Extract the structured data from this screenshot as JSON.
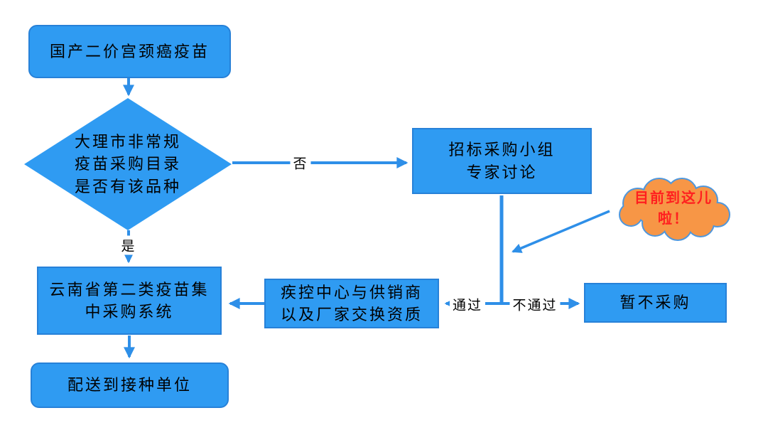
{
  "flowchart": {
    "nodes": {
      "start": "国产二价宫颈癌疫苗",
      "decision": "大理市非常规\n疫苗采购目录\n是否有该品种",
      "expert_review": "招标采购小组\n专家讨论",
      "cdc_exchange": "疾控中心与供销商\n以及厂家交换资质",
      "yunnan_system": "云南省第二类疫苗集\n中采购系统",
      "delivery": "配送到接种单位",
      "no_purchase": "暂不采购",
      "cloud_callout": "目前到这儿\n啦！"
    },
    "edge_labels": {
      "no": "否",
      "yes": "是",
      "pass": "通过",
      "fail": "不通过"
    },
    "colors": {
      "shape_fill": "#2F9BF2",
      "shape_border": "#2781D8",
      "connector": "#2E8FE8",
      "cloud_fill": "#F79646",
      "cloud_border": "#4F97DC",
      "cloud_text": "#FF1F1F",
      "node_text": "#000000",
      "background": "#FFFFFF"
    }
  }
}
